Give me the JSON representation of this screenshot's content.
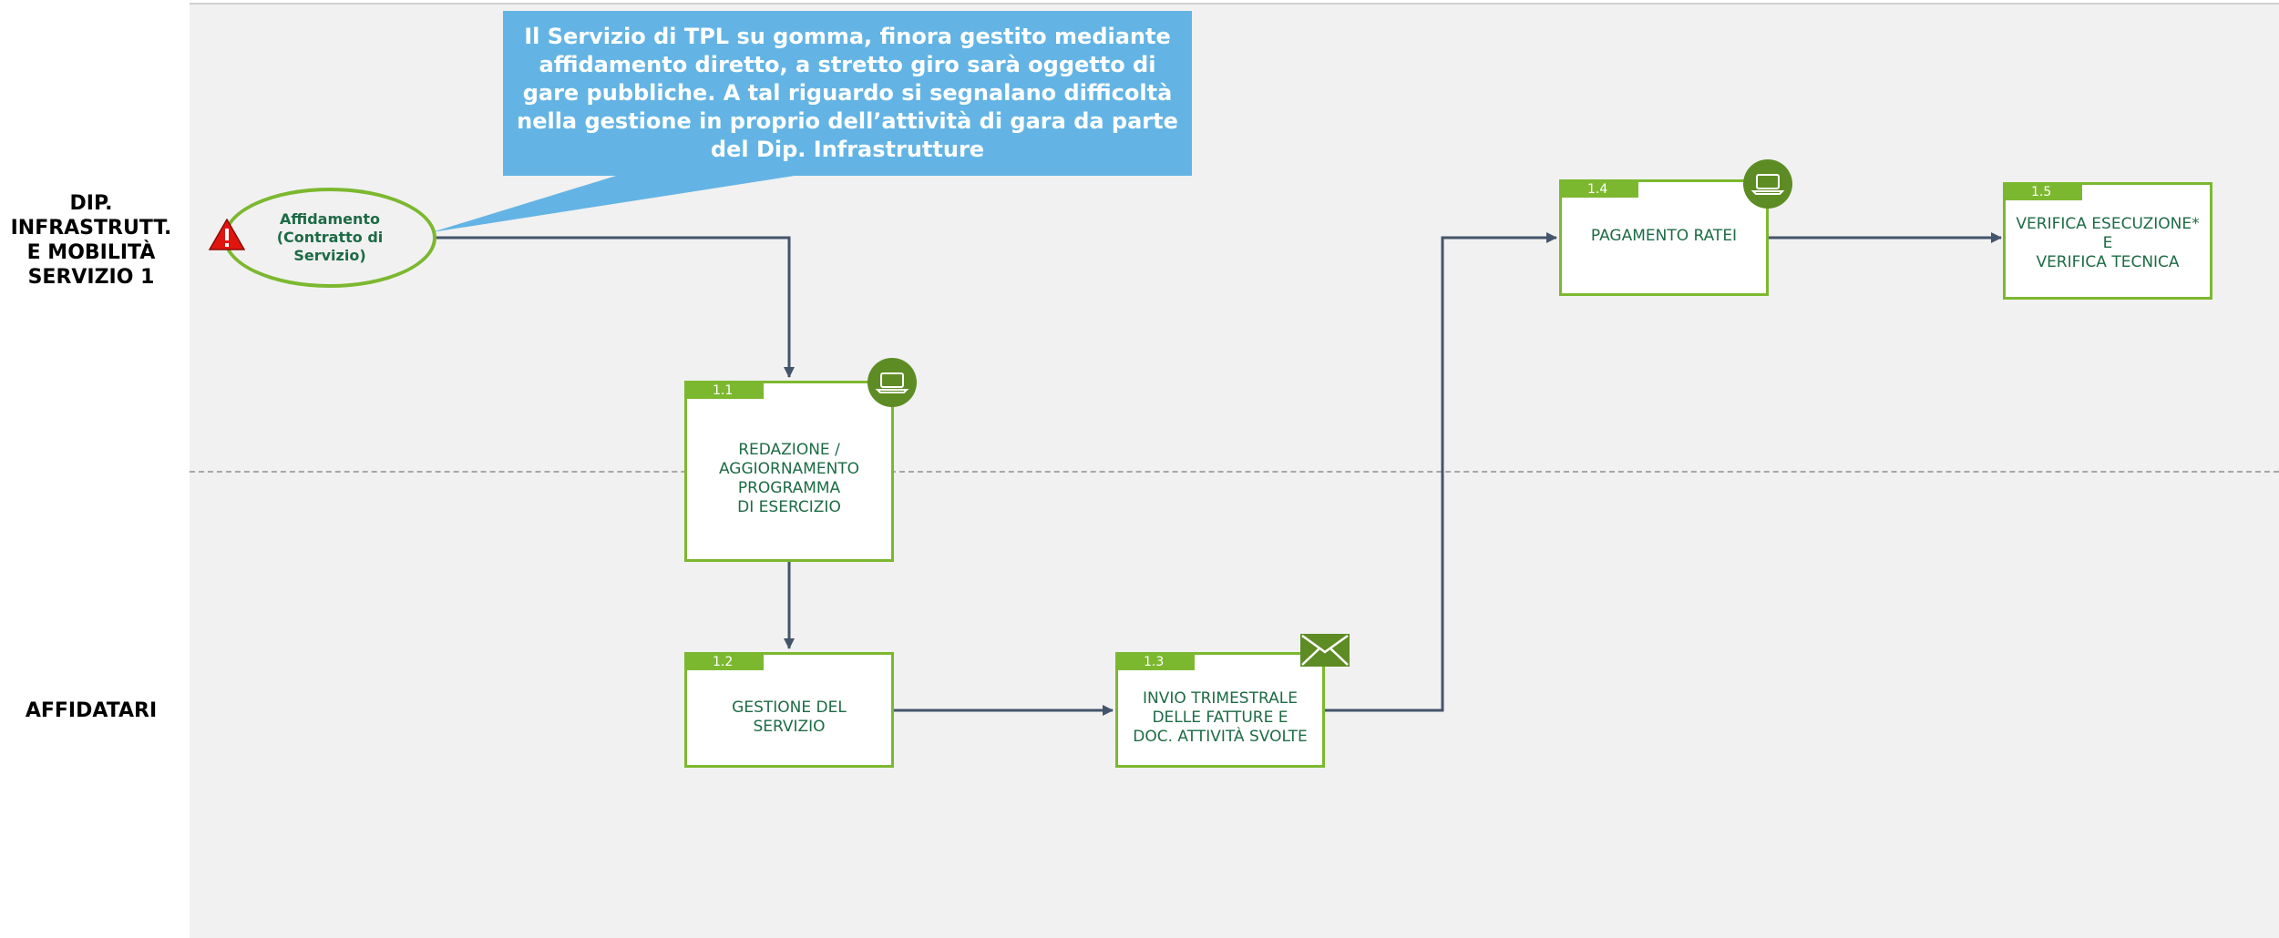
{
  "lanes": [
    {
      "label": "DIP.\nINFRASTRUTT.\nE MOBILITÀ\nSERVIZIO 1"
    },
    {
      "label": "AFFIDATARI"
    }
  ],
  "start_event": {
    "label": "Affidamento\n(Contratto di\nServizio)"
  },
  "callout": {
    "text": "Il Servizio di TPL su gomma, finora gestito mediante affidamento diretto, a stretto giro sarà oggetto di gare pubbliche. A tal riguardo si segnalano difficoltà nella gestione in proprio dell’attività di gara da parte del Dip. Infrastrutture"
  },
  "tasks": [
    {
      "number": "1.1",
      "label": "REDAZIONE /\nAGGIORNAMENTO\nPROGRAMMA\nDI ESERCIZIO",
      "icon": "computer-icon"
    },
    {
      "number": "1.2",
      "label": "GESTIONE DEL\nSERVIZIO",
      "icon": ""
    },
    {
      "number": "1.3",
      "label": "INVIO TRIMESTRALE\nDELLE FATTURE E\nDOC. ATTIVITÀ SVOLTE",
      "icon": "envelope-icon"
    },
    {
      "number": "1.4",
      "label": "PAGAMENTO RATEI",
      "icon": "computer-icon"
    },
    {
      "number": "1.5",
      "label": "VERIFICA ESECUZIONE*\nE\nVERIFICA TECNICA",
      "icon": ""
    }
  ],
  "colors": {
    "task_border": "#7cb82f",
    "task_text": "#1d6b45",
    "badge_fill": "#5e8c24",
    "callout_fill": "#63b4e4",
    "connector": "#44546a",
    "warning_fill": "#e0150f"
  }
}
